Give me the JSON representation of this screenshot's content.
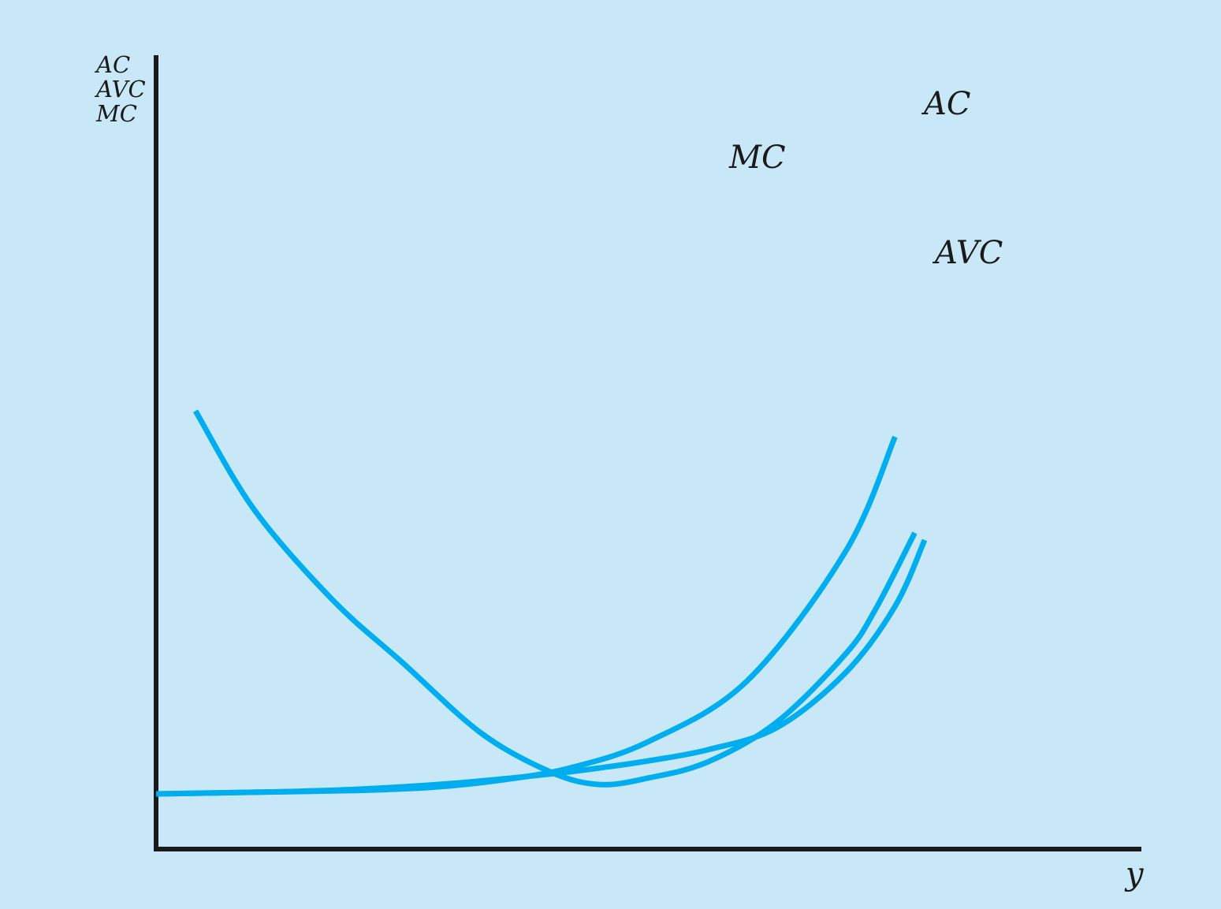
{
  "background_color": "#c8e8f8",
  "curve_color": "#00aeef",
  "axis_color": "#1a1a1a",
  "chart_data": {
    "type": "line",
    "title": "",
    "xlabel": "y",
    "ylabel_lines": [
      "AC",
      "AVC",
      "MC"
    ],
    "xlim": [
      0,
      100
    ],
    "ylim": [
      0,
      100
    ],
    "grid": false,
    "legend": "inline labels at curve ends",
    "series": [
      {
        "name": "MC",
        "x": [
          0,
          10,
          20,
          28,
          35,
          42,
          50,
          60,
          70,
          75
        ],
        "y": [
          100,
          103,
          106,
          112,
          125,
          147,
          195,
          305,
          540,
          747
        ]
      },
      {
        "name": "AC",
        "x": [
          4,
          10,
          18,
          25,
          33,
          40,
          45,
          50,
          56,
          63,
          70,
          73,
          77
        ],
        "y": [
          794,
          614,
          450,
          338,
          210,
          140,
          117,
          129,
          158,
          230,
          354,
          434,
          573
        ]
      },
      {
        "name": "AVC",
        "x": [
          0,
          10,
          20,
          30,
          40,
          45,
          50,
          56,
          63,
          70,
          75,
          78
        ],
        "y": [
          100,
          103,
          108,
          119,
          136,
          147,
          160,
          180,
          220,
          320,
          440,
          560
        ]
      }
    ]
  }
}
